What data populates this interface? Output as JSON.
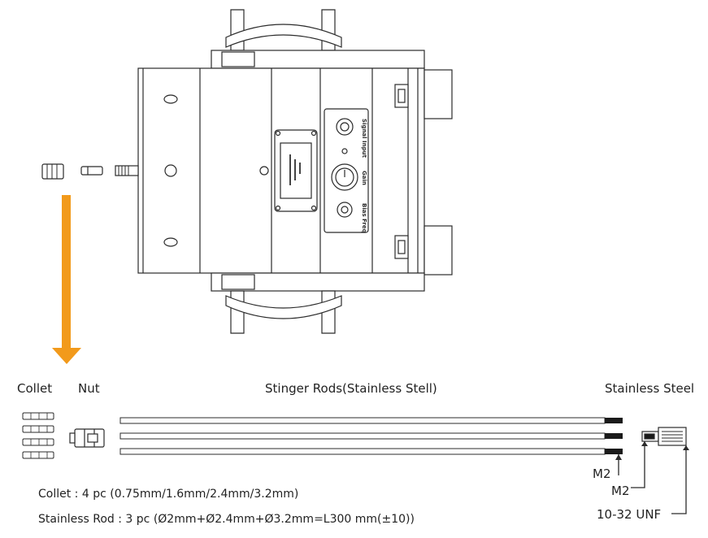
{
  "labels": {
    "collet": "Collet",
    "nut": "Nut",
    "stinger_rods": "Stinger Rods(Stainless Stell)",
    "stainless_steel": "Stainless Steel",
    "m2_rod_end": "M2",
    "m2_adapter": "M2",
    "thread": "10-32 UNF"
  },
  "notes": {
    "collet": "Collet : 4 pc (0.75mm/1.6mm/2.4mm/3.2mm)",
    "rod": "Stainless Rod : 3 pc (Ø2mm+Ø2.4mm+Ø3.2mm=L300 mm(±10))"
  },
  "panel": {
    "signal_input": "Signal Input",
    "gain": "Gain",
    "bias_freq": "Bias Freq"
  },
  "colors": {
    "arrow": "#f29a1b",
    "line": "#2b2b2b"
  }
}
